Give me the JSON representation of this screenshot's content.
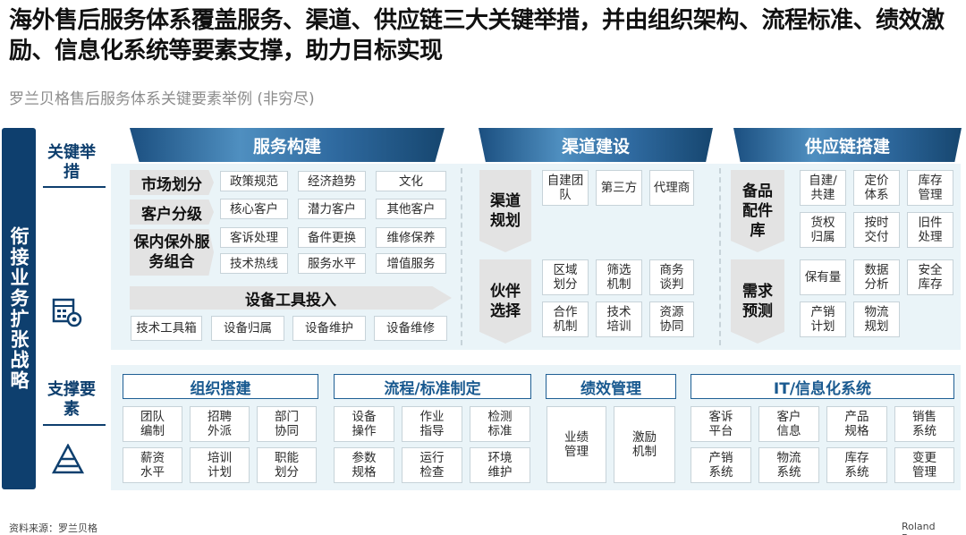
{
  "title": "海外售后服务体系覆盖服务、渠道、供应链三大关键举措，并由组织架构、流程标准、绩效激励、信息化系统等要素支撑，助力目标实现",
  "subtitle": "罗兰贝格售后服务体系关键要素举例 (非穷尽)",
  "strategy_label": "衔接业务扩张战略",
  "section_key": "关键举措",
  "section_support": "支撑要素",
  "service": {
    "banner": "服务构建",
    "rows": [
      {
        "cat": "市场划分",
        "items": [
          "政策规范",
          "经济趋势",
          "文化"
        ]
      },
      {
        "cat": "客户分级",
        "items": [
          "核心客户",
          "潜力客户",
          "其他客户"
        ]
      },
      {
        "cat": "保内保外服务组合",
        "items": [
          "客诉处理",
          "备件更换",
          "维修保养",
          "技术热线",
          "服务水平",
          "增值服务"
        ]
      }
    ],
    "equipment_header": "设备工具投入",
    "equipment_items": [
      "技术工具箱",
      "设备归属",
      "设备维护",
      "设备维修"
    ]
  },
  "channel": {
    "banner": "渠道建设",
    "plan_cat": "渠道规划",
    "plan_items": [
      "自建团队",
      "第三方",
      "代理商"
    ],
    "partner_cat": "伙伴选择",
    "partner_items": [
      "区域划分",
      "筛选机制",
      "商务谈判",
      "合作机制",
      "技术培训",
      "资源协同"
    ]
  },
  "supply": {
    "banner": "供应链搭建",
    "spare_cat": "备品配件库",
    "spare_items": [
      "自建/共建",
      "定价体系",
      "库存管理",
      "货权归属",
      "按时交付",
      "旧件处理"
    ],
    "demand_cat": "需求预测",
    "demand_items": [
      "保有量",
      "数据分析",
      "安全库存",
      "产销计划",
      "物流规划"
    ]
  },
  "support": {
    "org": {
      "header": "组织搭建",
      "items": [
        "团队编制",
        "招聘外派",
        "部门协同",
        "薪资水平",
        "培训计划",
        "职能划分"
      ]
    },
    "process": {
      "header": "流程/标准制定",
      "items": [
        "设备操作",
        "作业指导",
        "检测标准",
        "参数规格",
        "运行检查",
        "环境维护"
      ]
    },
    "perf": {
      "header": "绩效管理",
      "items": [
        "业绩管理",
        "激励机制"
      ]
    },
    "it": {
      "header": "IT/信息化系统",
      "items": [
        "客诉平台",
        "客户信息",
        "产品规格",
        "销售系统",
        "产销系统",
        "物流系统",
        "库存系统",
        "变更管理"
      ]
    }
  },
  "icons": [
    "dashboard-gear-icon",
    "pyramid-icon"
  ],
  "colors": {
    "navy": "#0e3f6e",
    "panel": "#eaf4f8",
    "accent": "#1f5f94"
  },
  "footer": {
    "source": "资料来源：罗兰贝格",
    "brand": "Roland Berger"
  }
}
